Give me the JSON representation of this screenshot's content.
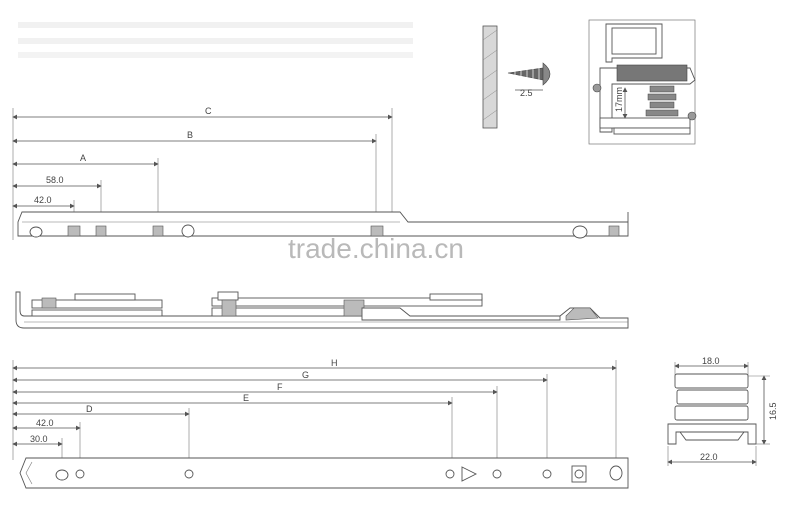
{
  "watermark": "trade.china.cn",
  "top_rail": {
    "labels": {
      "c": "C",
      "b": "B",
      "a": "A",
      "d58": "58.0",
      "d42": "42.0"
    }
  },
  "screw": {
    "label": "2.5"
  },
  "profile": {
    "label": "17mm"
  },
  "bottom_rail": {
    "labels": {
      "h": "H",
      "g": "G",
      "f": "F",
      "e": "E",
      "d": "D",
      "d42": "42.0",
      "d30": "30.0"
    }
  },
  "cross_section": {
    "width_top": "18.0",
    "width_bottom": "22.0",
    "height": "16.5"
  },
  "colors": {
    "line": "#555555",
    "watermark": "#b9b9b9"
  }
}
